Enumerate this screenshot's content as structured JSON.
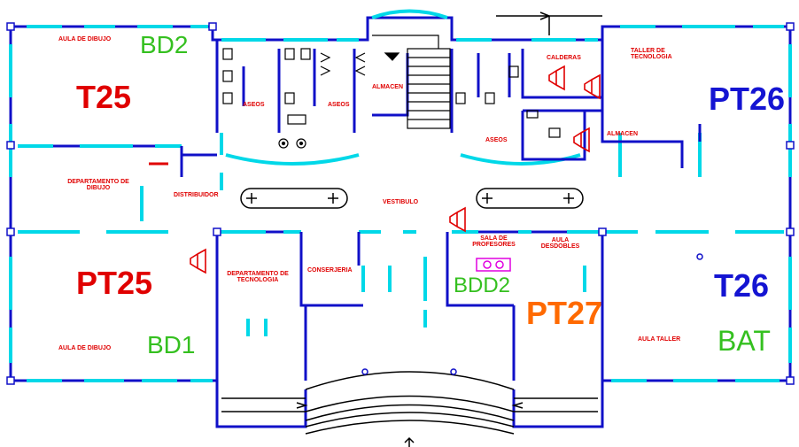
{
  "rooms": {
    "aula_dibujo_top": "AULA DE DIBUJO",
    "aula_dibujo_bottom": "AULA DE DIBUJO",
    "departamento_dibujo": "DEPARTAMENTO DE DIBUJO",
    "distribuidor": "DISTRIBUIDOR",
    "aseos_left": "ASEOS",
    "aseos_mid": "ASEOS",
    "aseos_right": "ASEOS",
    "almacen_stair": "ALMACEN",
    "almacen_right": "ALMACEN",
    "calderas": "CALDERAS",
    "taller_tecnologia": "TALLER DE TECNOLOGIA",
    "vestibulo": "VESTIBULO",
    "departamento_tecnologia": "DEPARTAMENTO DE TECNOLOGIA",
    "conserjeria": "CONSERJERIA",
    "sala_profesores": "SALA DE PROFESORES",
    "aula_desdobles": "AULA DESDOBLES",
    "aula_taller": "AULA TALLER"
  },
  "codes": {
    "t25": "T25",
    "pt25": "PT25",
    "pt26": "PT26",
    "t26": "T26",
    "pt27": "PT27"
  },
  "tags": {
    "bd2": "BD2",
    "bd1": "BD1",
    "bdd2": "BDD2",
    "bat": "BAT"
  },
  "colors": {
    "wall_blue": "#1010c8",
    "window_cyan": "#00d8e8",
    "label_red": "#e00000",
    "code_blue": "#1414d2",
    "code_orange": "#ff6a00",
    "tag_green": "#35c020",
    "speaker_red": "#e00000",
    "magenta": "#e000e0"
  },
  "icons": [
    "speaker-icon",
    "stairs-icon",
    "door-arc-icon",
    "column-icon"
  ]
}
